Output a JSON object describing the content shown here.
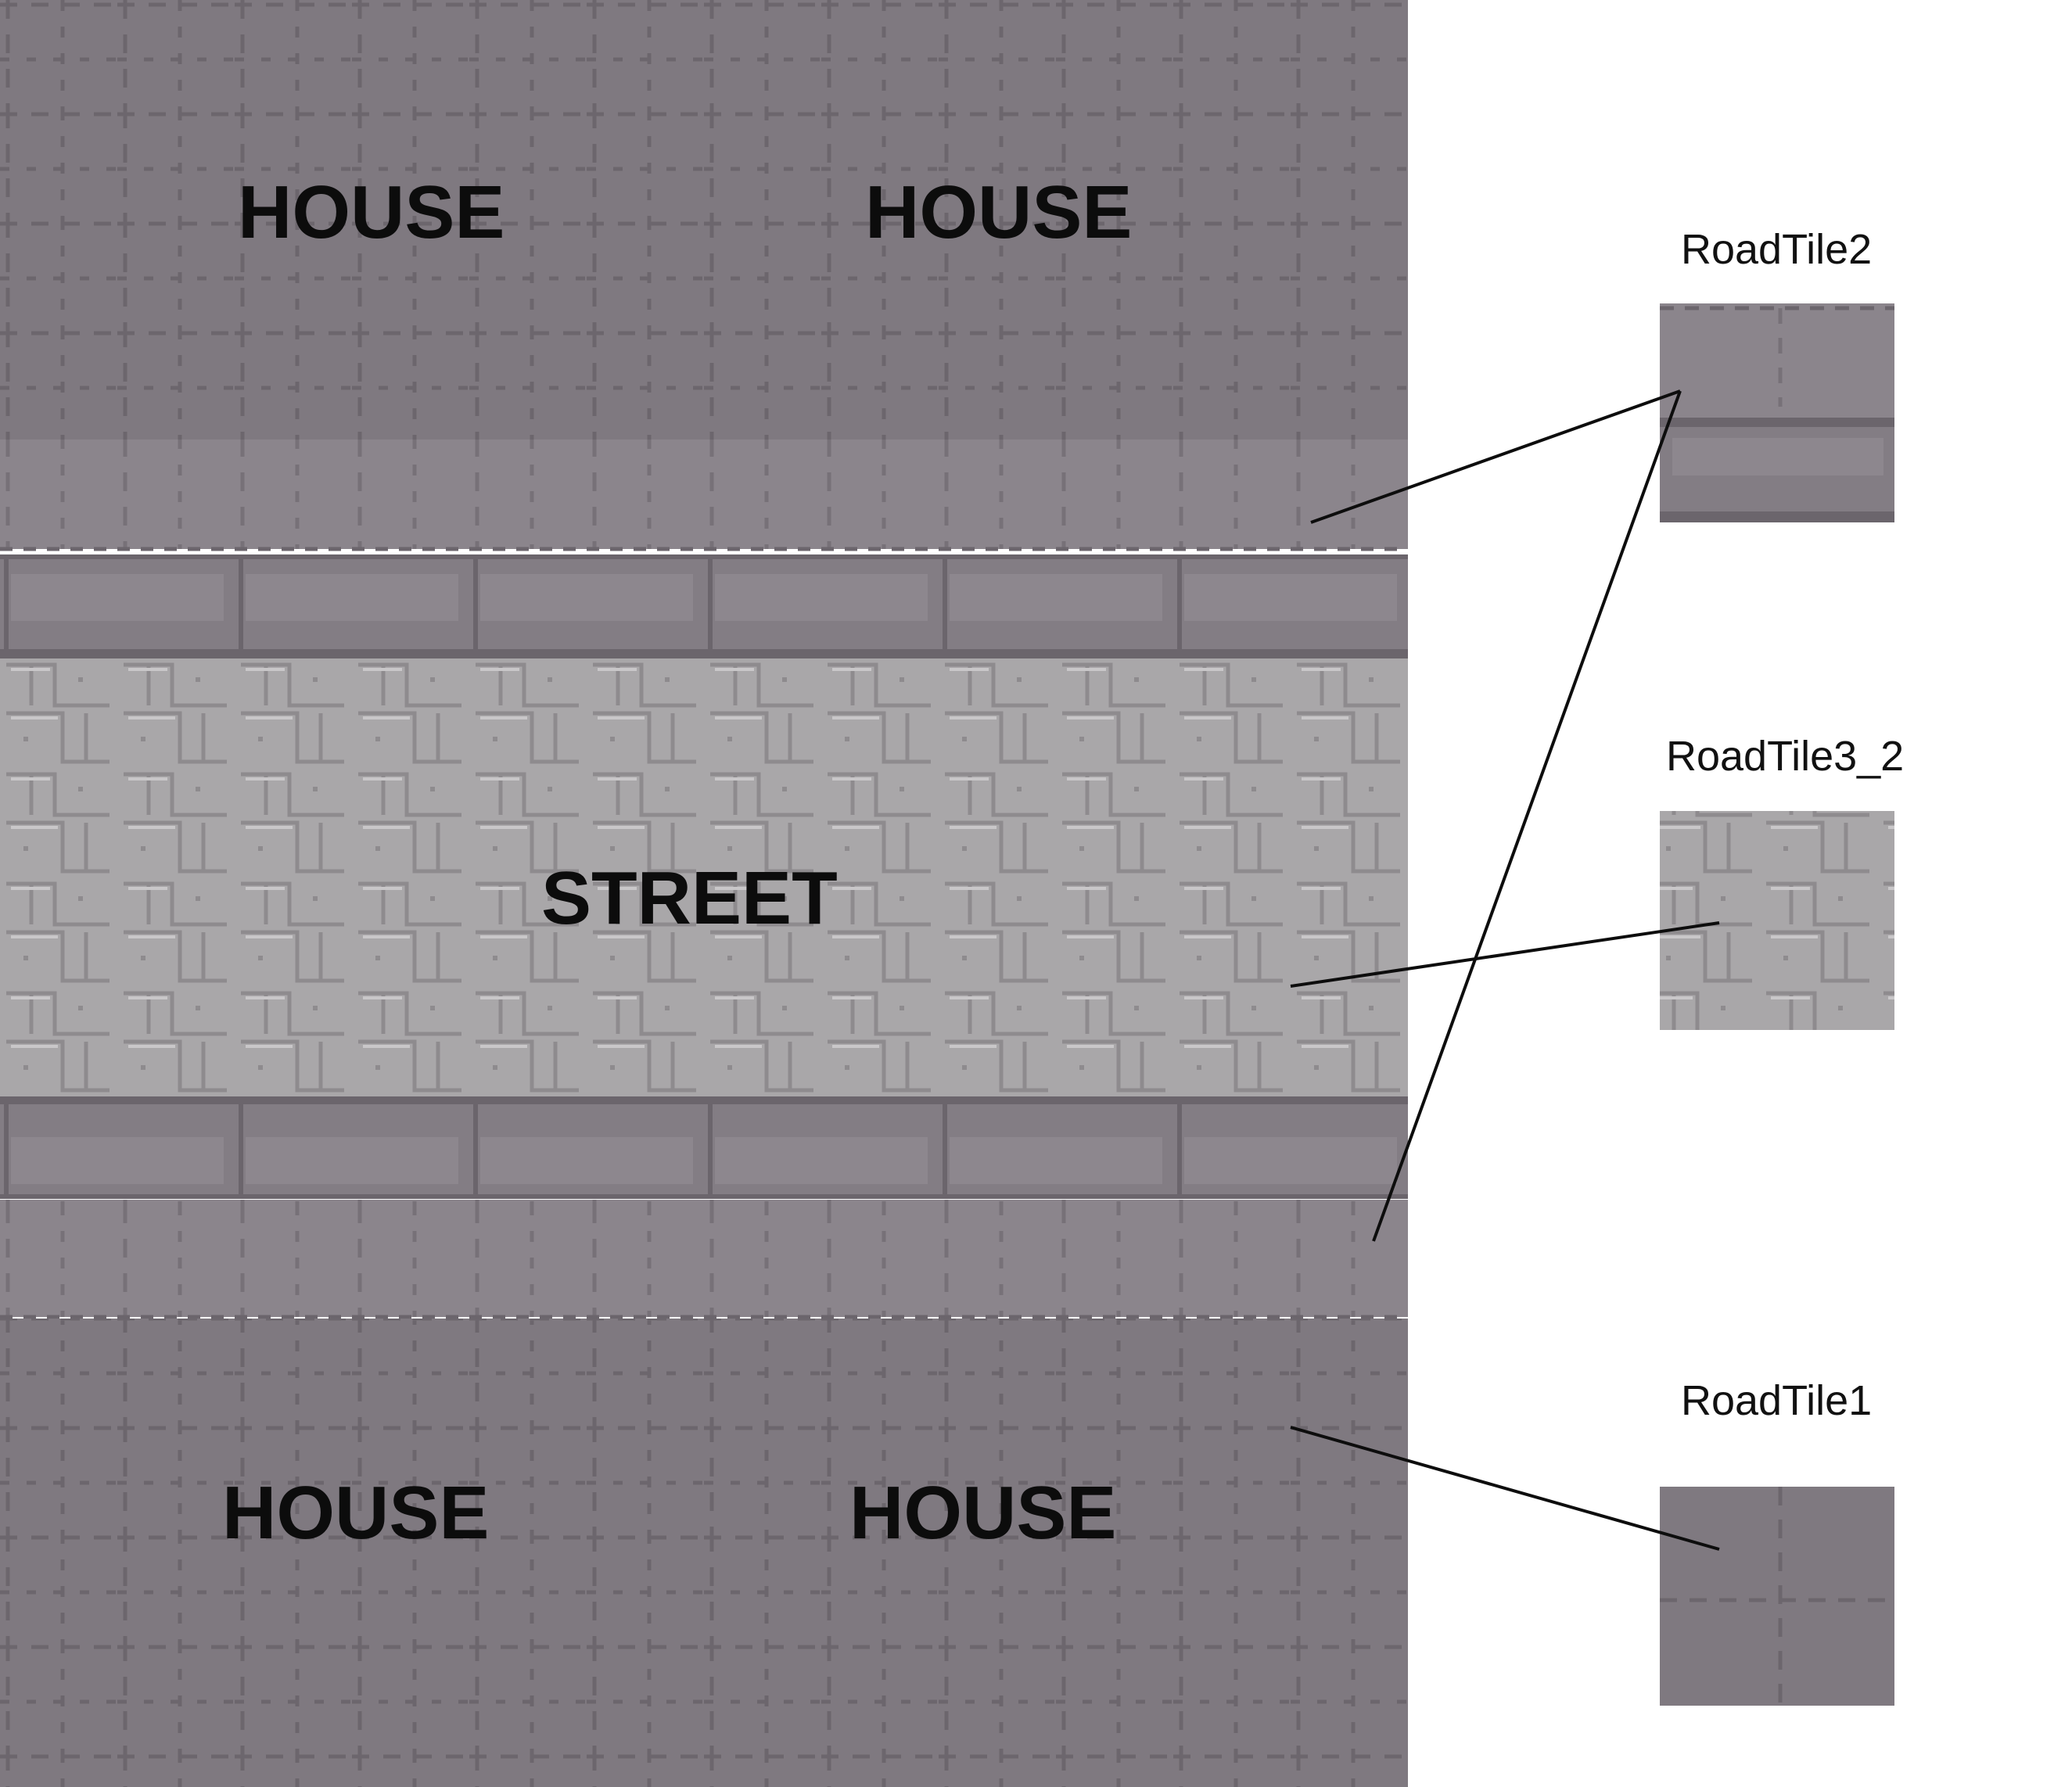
{
  "map": {
    "labels": {
      "house_top_left": "HOUSE",
      "house_top_right": "HOUSE",
      "street": "STREET",
      "house_bottom_left": "HOUSE",
      "house_bottom_right": "HOUSE"
    }
  },
  "tiles": [
    {
      "name": "RoadTile2"
    },
    {
      "name": "RoadTile3_2"
    },
    {
      "name": "RoadTile1"
    }
  ],
  "colors": {
    "background": "#ffffff",
    "house_fill": "#7f7980",
    "sidewalk_fill": "#8b858c",
    "curb_fill": "#837d84",
    "street_fill": "#a9a7a9",
    "grid_lines": "#6b656c",
    "leader_lines": "#0d0d0d"
  }
}
